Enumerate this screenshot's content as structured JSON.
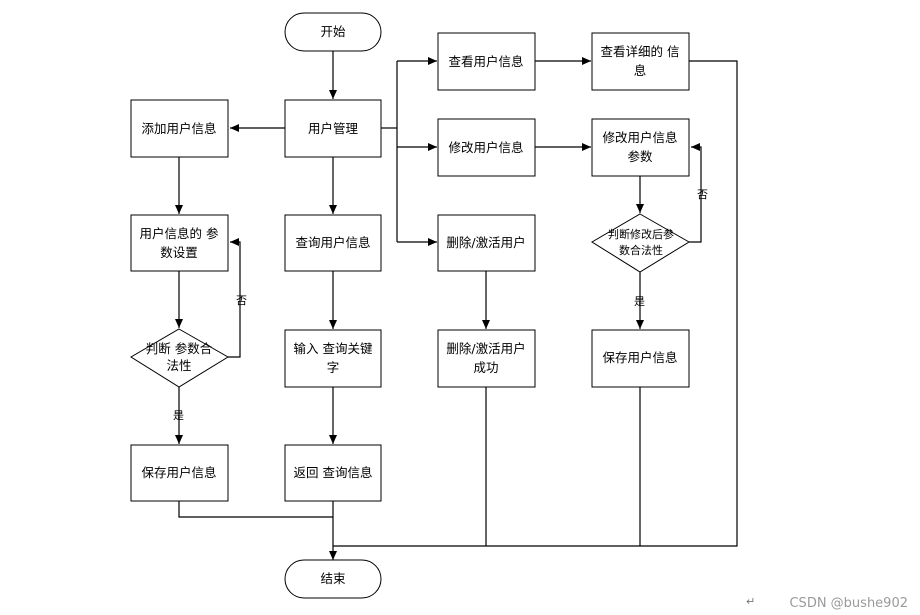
{
  "nodes": {
    "start": "开始",
    "user_mgmt": "用户管理",
    "add_user": "添加用户信息",
    "param_setup": [
      "用户信息的 参",
      "数设置"
    ],
    "judge_param": [
      "判断 参数合",
      "法性"
    ],
    "save_user_left": "保存用户信息",
    "query_user": "查询用户信息",
    "input_keyword": [
      "输入 查询关键",
      "字"
    ],
    "return_query": "返回 查询信息",
    "view_user": "查看用户信息",
    "view_detail": [
      "查看详细的 信",
      "息"
    ],
    "modify_user": "修改用户信息",
    "modify_params": [
      "修改用户信息",
      "参数"
    ],
    "judge_modify": [
      "判断修改后参",
      "数合法性"
    ],
    "save_user_right": "保存用户信息",
    "delete_user": "删除/激活用户",
    "delete_success": [
      "删除/激活用户",
      "成功"
    ],
    "end": "结束"
  },
  "labels": {
    "no_left": "否",
    "yes_left": "是",
    "no_right": "否",
    "yes_right": "是"
  },
  "watermark": "CSDN @bushe902",
  "paragraph_mark": "↵"
}
